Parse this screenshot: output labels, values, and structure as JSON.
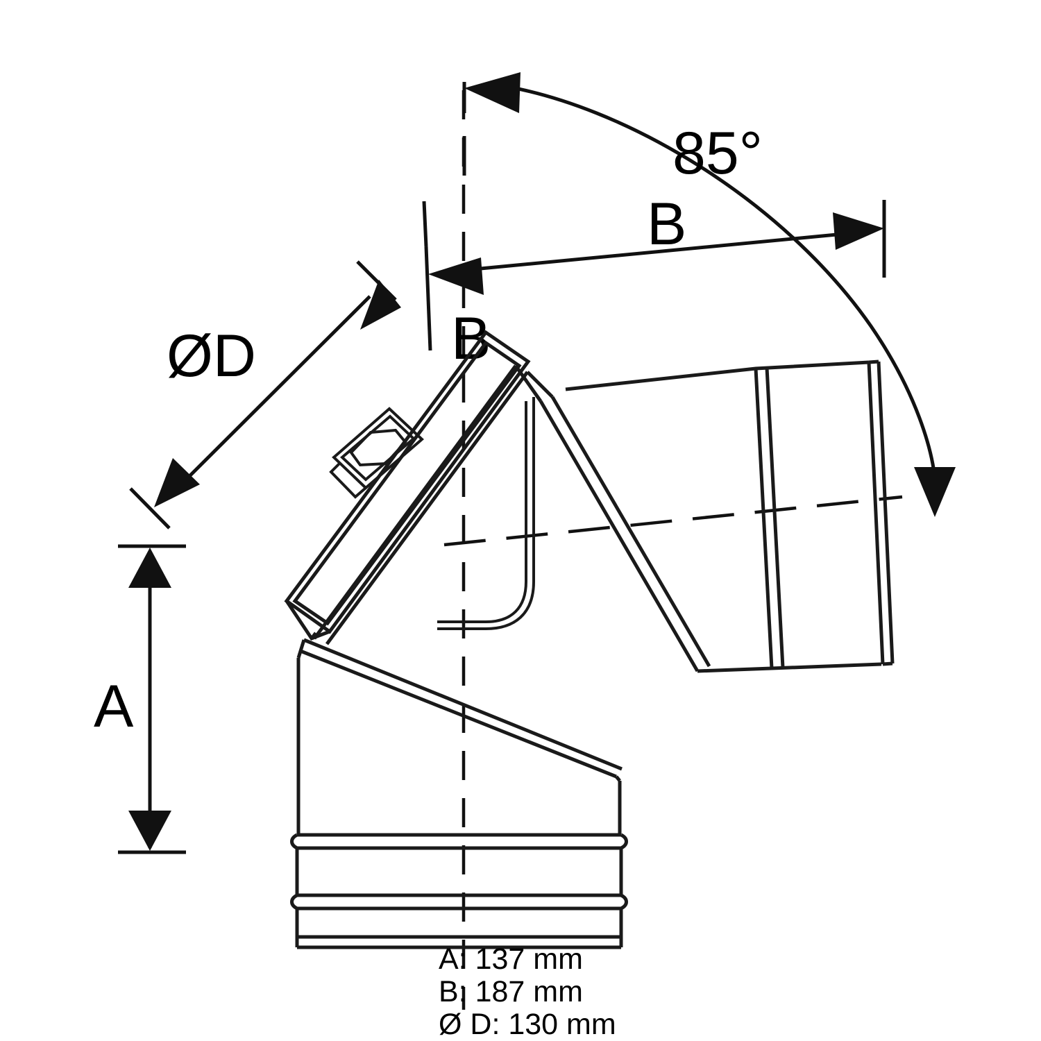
{
  "drawing": {
    "title": "Flue pipe elbow technical drawing",
    "line_color": "#1a1a1a",
    "background_color": "#ffffff"
  },
  "dimensions": {
    "angle_label": "85°",
    "b_upper_label": "B",
    "b_lower_label": "B",
    "diameter_label": "ØD",
    "a_label": "A"
  },
  "legend": {
    "line_a": "A: 137 mm",
    "line_b": "B: 187 mm",
    "line_d": "Ø D: 130 mm"
  },
  "values": {
    "a_mm": "137",
    "b_mm": "187",
    "d_mm": "130",
    "angle_deg": "85"
  },
  "parts": {
    "inspection_door": "inspection-door",
    "door_latch": "hex-latch-knob",
    "upper_arm": "upper-outlet-arm",
    "lower_arm": "lower-socket-arm",
    "elbow_body": "elbow-body"
  }
}
